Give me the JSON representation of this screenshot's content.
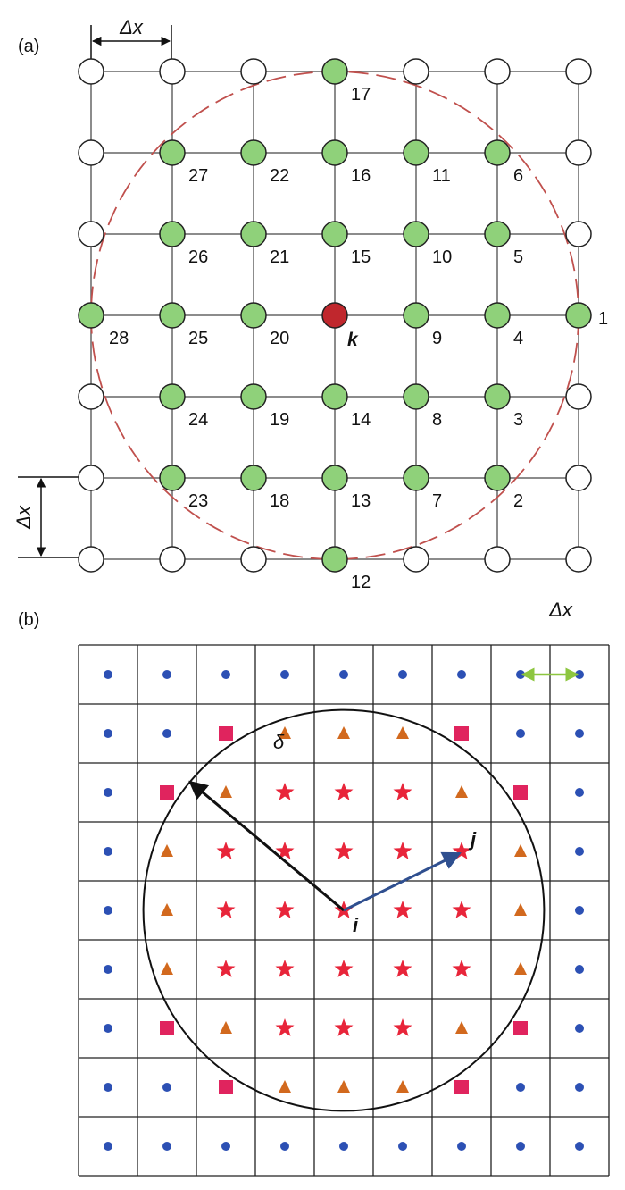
{
  "panel_a": {
    "label": "(a)",
    "spacing_label": "Δx",
    "center_label": "k",
    "family_numbers": [
      "17",
      "27",
      "22",
      "16",
      "11",
      "6",
      "26",
      "21",
      "15",
      "10",
      "5",
      "28",
      "25",
      "20",
      "9",
      "4",
      "1",
      "24",
      "19",
      "14",
      "8",
      "3",
      "23",
      "18",
      "13",
      "7",
      "2",
      "12"
    ],
    "colors": {
      "family_fill": "#8fd17a",
      "center_fill": "#c0272d",
      "empty_fill": "#ffffff",
      "horizon_circle": "#c0504d"
    }
  },
  "panel_b": {
    "label": "(b)",
    "spacing_label": "Δx",
    "horizon_label": "δ",
    "point_i_label": "i",
    "point_j_label": "j",
    "colors": {
      "dot": "#2c50b4",
      "square": "#e0245e",
      "triangle": "#d2691e",
      "star": "#e8253a",
      "horizon_arrow": "#111111",
      "bond_arrow": "#2f4f8f",
      "spacing_arrow": "#8dc63f"
    }
  }
}
